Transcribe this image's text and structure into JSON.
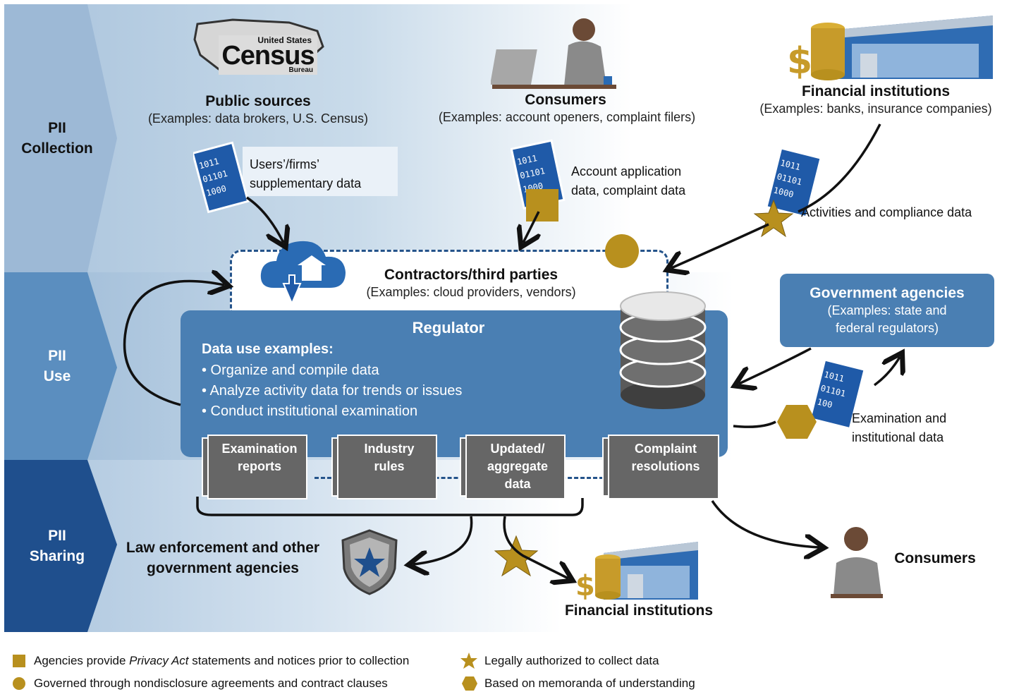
{
  "stages": {
    "collection": "PII Collection",
    "collection_l1": "PII",
    "collection_l2": "Collection",
    "use_l1": "PII",
    "use_l2": "Use",
    "sharing_l1": "PII",
    "sharing_l2": "Sharing"
  },
  "census_logo": {
    "line1": "United States",
    "line2": "Census",
    "line3": "Bureau"
  },
  "public_sources": {
    "title": "Public sources",
    "sub": "(Examples: data brokers, U.S. Census)",
    "data_l1": "Users’/firms’",
    "data_l2": "supplementary data"
  },
  "consumers_top": {
    "title": "Consumers",
    "sub": "(Examples: account openers, complaint filers)",
    "data_l1": "Account application",
    "data_l2": "data, complaint data"
  },
  "financial_top": {
    "title": "Financial institutions",
    "sub": "(Examples: banks, insurance companies)",
    "data": "Activities and compliance data"
  },
  "contractors": {
    "title": "Contractors/third parties",
    "sub": "(Examples: cloud providers, vendors)"
  },
  "regulator": {
    "title": "Regulator",
    "subtitle": "Data use examples:",
    "items": [
      "• Organize and compile data",
      "• Analyze activity data for trends or issues",
      "• Conduct institutional examination"
    ],
    "outputs": [
      {
        "l1": "Examination",
        "l2": "reports",
        "l3": ""
      },
      {
        "l1": "Industry",
        "l2": "rules",
        "l3": ""
      },
      {
        "l1": "Updated/",
        "l2": "aggregate",
        "l3": "data"
      },
      {
        "l1": "Complaint",
        "l2": "resolutions",
        "l3": ""
      }
    ]
  },
  "government": {
    "title": "Government agencies",
    "sub_l1": "(Examples: state and",
    "sub_l2": "federal regulators)",
    "data_l1": "Examination and",
    "data_l2": "institutional data"
  },
  "sharing": {
    "law_l1": "Law enforcement and other",
    "law_l2": "government agencies",
    "financial": "Financial institutions",
    "consumers": "Consumers"
  },
  "legend": {
    "square_pre": "Agencies provide ",
    "square_em": "Privacy Act",
    "square_post": " statements and notices prior to collection",
    "circle": "Governed through nondisclosure agreements and contract clauses",
    "star": "Legally authorized to collect data",
    "hexagon": "Based on memoranda of understanding"
  },
  "colors": {
    "gold": "#b8901e",
    "blue": "#4a7fb3",
    "dark_blue": "#24538a",
    "gray_doc": "#666666"
  },
  "icons": [
    "census-map-icon",
    "person-laptop-icon",
    "bank-coins-icon",
    "binary-document-icon",
    "cloud-upload-icon",
    "database-icon",
    "shield-star-icon"
  ]
}
